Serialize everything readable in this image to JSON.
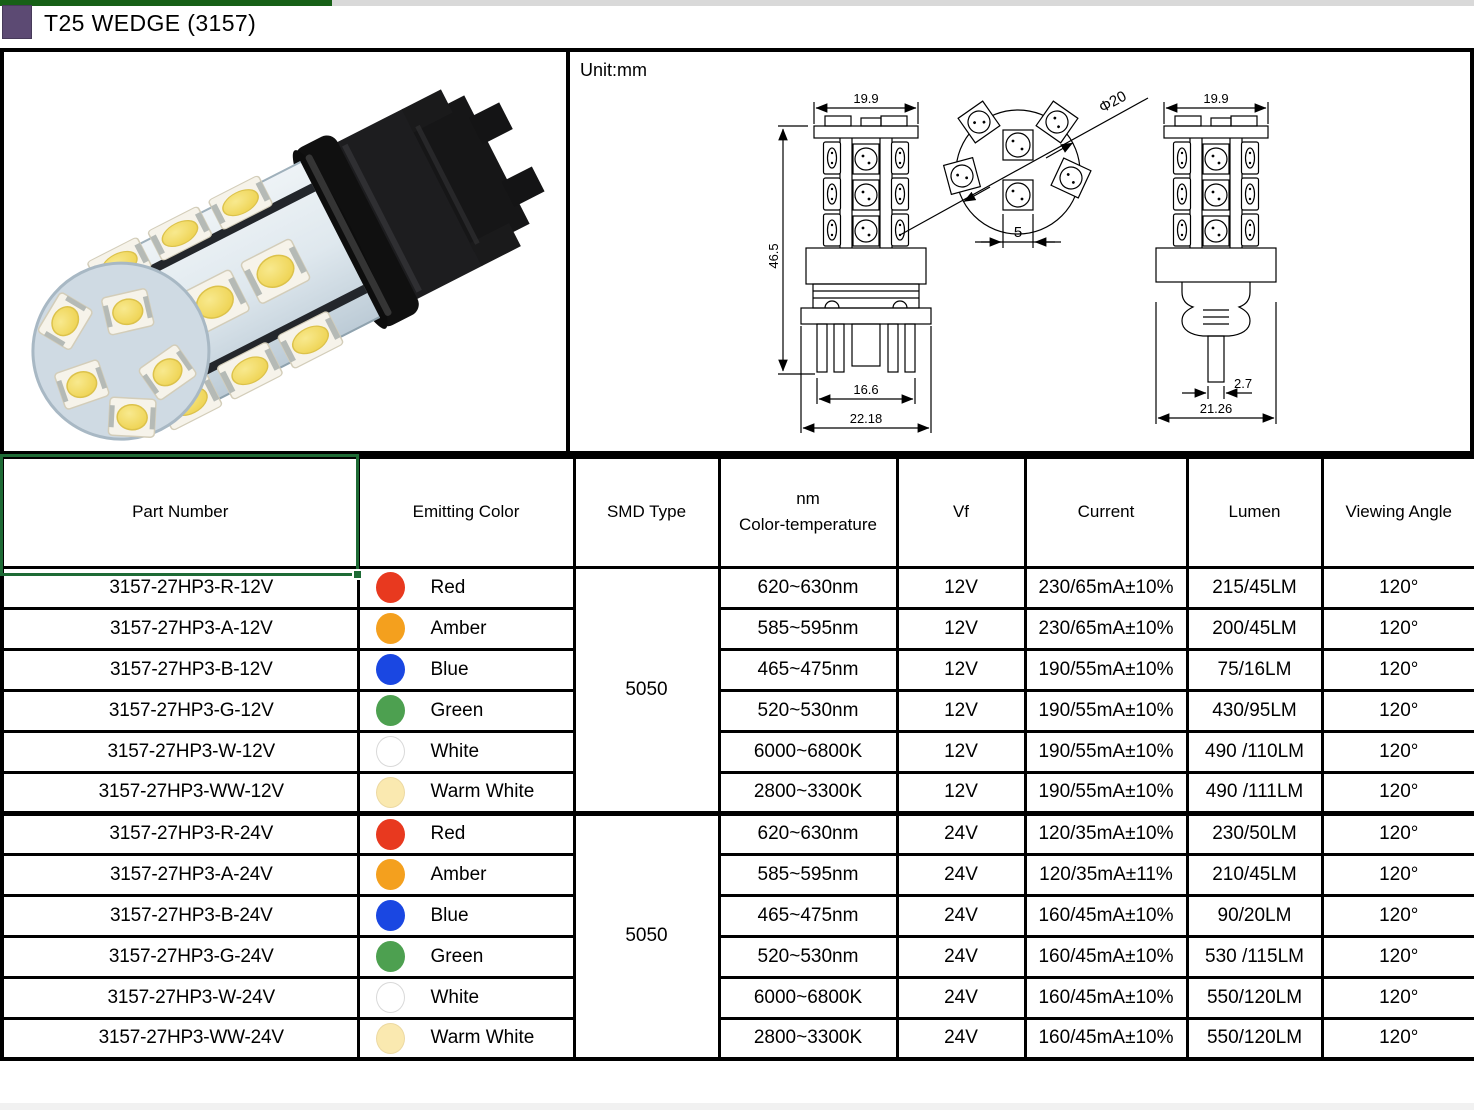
{
  "header": {
    "title": "T25 WEDGE (3157)"
  },
  "diagram": {
    "unit_label": "Unit:mm",
    "front_view": {
      "top_width": "19.9",
      "height": "46.5",
      "inner_width": "16.6",
      "outer_width": "22.18"
    },
    "top_view": {
      "diameter": "Φ20",
      "led_size": "5"
    },
    "side_view": {
      "top_width": "19.9",
      "pin_width": "2.7",
      "base_width": "21.26"
    }
  },
  "table": {
    "headers": {
      "part_number": "Part Number",
      "emitting_color": "Emitting Color",
      "smd_type": "SMD Type",
      "color_temp_line1": "nm",
      "color_temp_line2": "Color-temperature",
      "vf": "Vf",
      "current": "Current",
      "lumen": "Lumen",
      "viewing_angle": "Viewing Angle"
    },
    "groups": [
      {
        "smd_type": "5050",
        "rows": [
          {
            "part_number": "3157-27HP3-R-12V",
            "color_name": "Red",
            "color_hex": "#e8391f",
            "color_temp": "620~630nm",
            "vf": "12V",
            "current": "230/65mA±10%",
            "lumen": "215/45LM",
            "viewing_angle": "120°"
          },
          {
            "part_number": "3157-27HP3-A-12V",
            "color_name": "Amber",
            "color_hex": "#f4a01e",
            "color_temp": "585~595nm",
            "vf": "12V",
            "current": "230/65mA±10%",
            "lumen": "200/45LM",
            "viewing_angle": "120°"
          },
          {
            "part_number": "3157-27HP3-B-12V",
            "color_name": "Blue",
            "color_hex": "#1a47e2",
            "color_temp": "465~475nm",
            "vf": "12V",
            "current": "190/55mA±10%",
            "lumen": "75/16LM",
            "viewing_angle": "120°"
          },
          {
            "part_number": "3157-27HP3-G-12V",
            "color_name": "Green",
            "color_hex": "#4da050",
            "color_temp": "520~530nm",
            "vf": "12V",
            "current": "190/55mA±10%",
            "lumen": "430/95LM",
            "viewing_angle": "120°"
          },
          {
            "part_number": "3157-27HP3-W-12V",
            "color_name": "White",
            "color_hex": "#ffffff",
            "color_border": "#d9d9d9",
            "color_temp": "6000~6800K",
            "vf": "12V",
            "current": "190/55mA±10%",
            "lumen": "490 /110LM",
            "viewing_angle": "120°"
          },
          {
            "part_number": "3157-27HP3-WW-12V",
            "color_name": "Warm White",
            "color_hex": "#fae9b0",
            "color_border": "#ecd9a2",
            "color_temp": "2800~3300K",
            "vf": "12V",
            "current": "190/55mA±10%",
            "lumen": "490 /111LM",
            "viewing_angle": "120°"
          }
        ]
      },
      {
        "smd_type": "5050",
        "rows": [
          {
            "part_number": "3157-27HP3-R-24V",
            "color_name": "Red",
            "color_hex": "#e8391f",
            "color_temp": "620~630nm",
            "vf": "24V",
            "current": "120/35mA±10%",
            "lumen": "230/50LM",
            "viewing_angle": "120°"
          },
          {
            "part_number": "3157-27HP3-A-24V",
            "color_name": "Amber",
            "color_hex": "#f4a01e",
            "color_temp": "585~595nm",
            "vf": "24V",
            "current": "120/35mA±11%",
            "lumen": "210/45LM",
            "viewing_angle": "120°"
          },
          {
            "part_number": "3157-27HP3-B-24V",
            "color_name": "Blue",
            "color_hex": "#1a47e2",
            "color_temp": "465~475nm",
            "vf": "24V",
            "current": "160/45mA±10%",
            "lumen": "90/20LM",
            "viewing_angle": "120°"
          },
          {
            "part_number": "3157-27HP3-G-24V",
            "color_name": "Green",
            "color_hex": "#4da050",
            "color_temp": "520~530nm",
            "vf": "24V",
            "current": "160/45mA±10%",
            "lumen": "530 /115LM",
            "viewing_angle": "120°"
          },
          {
            "part_number": "3157-27HP3-W-24V",
            "color_name": "White",
            "color_hex": "#ffffff",
            "color_border": "#d9d9d9",
            "color_temp": "6000~6800K",
            "vf": "24V",
            "current": "160/45mA±10%",
            "lumen": "550/120LM",
            "viewing_angle": "120°"
          },
          {
            "part_number": "3157-27HP3-WW-24V",
            "color_name": "Warm White",
            "color_hex": "#fae9b0",
            "color_border": "#ecd9a2",
            "color_temp": "2800~3300K",
            "vf": "24V",
            "current": "160/45mA±10%",
            "lumen": "550/120LM",
            "viewing_angle": "120°"
          }
        ]
      }
    ]
  }
}
